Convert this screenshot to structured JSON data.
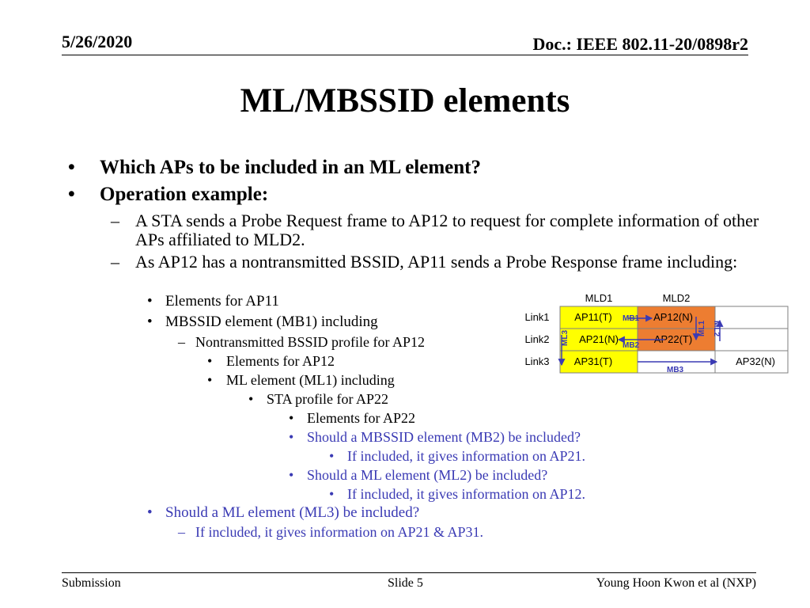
{
  "header": {
    "date": "5/26/2020",
    "doc": "Doc.: IEEE 802.11-20/0898r2"
  },
  "title": "ML/MBSSID elements",
  "content": {
    "b1": "Which APs to be included in an ML element?",
    "b2": "Operation example:",
    "d1": "A STA sends a Probe Request frame to AP12 to request for complete information of other APs affiliated to MLD2.",
    "d2": "As AP12 has a nontransmitted BSSID, AP11 sends a Probe Response frame including:",
    "e1": "Elements for AP11",
    "e2": "MBSSID element (MB1) including",
    "f1": "Nontransmitted BSSID profile for AP12",
    "g1": "Elements for AP12",
    "g2": "ML element (ML1) including",
    "h1": "STA profile for AP22",
    "i1": "Elements for AP22",
    "i2": "Should a MBSSID element (MB2) be included?",
    "j1": "If included, it gives information on AP21.",
    "i3": "Should a ML element (ML2) be included?",
    "j2": "If included, it gives information on AP12.",
    "e3": "Should a ML element (ML3) be included?",
    "f2": "If included, it gives information on AP21 & AP31."
  },
  "diagram": {
    "columns": [
      "MLD1",
      "MLD2"
    ],
    "rows": [
      "Link1",
      "Link2",
      "Link3"
    ],
    "cells": {
      "ap11": "AP11(T)",
      "ap12": "AP12(N)",
      "ap21": "AP21(N)",
      "ap22": "AP22(T)",
      "ap31": "AP31(T)",
      "ap32": "AP32(N)"
    },
    "arrow_labels": {
      "mb1": "MB1",
      "mb2": "MB2",
      "mb3": "MB3",
      "ml1": "ML1",
      "ml2": "ML2",
      "ml3": "ML3"
    },
    "colors": {
      "mld1_fill": "#ffff00",
      "mld2_fill": "#ed7d31",
      "arrow": "#3a3ab4",
      "question_text": "#3a3ab4"
    }
  },
  "footer": {
    "left": "Submission",
    "center": "Slide 5",
    "right": "Young Hoon Kwon et al (NXP)"
  }
}
